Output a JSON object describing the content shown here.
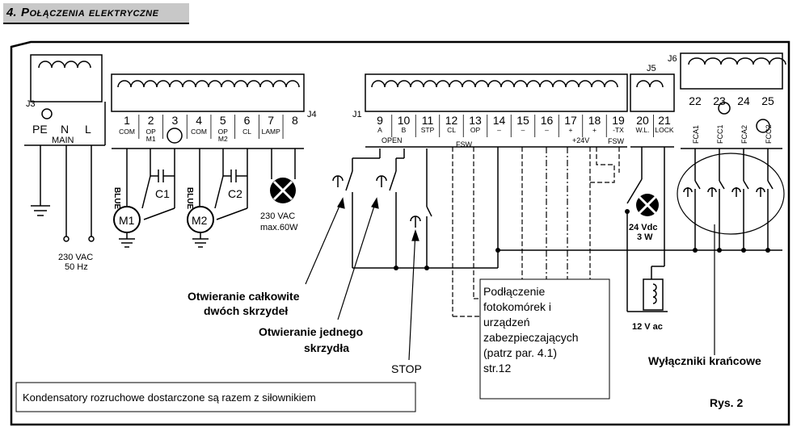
{
  "header": {
    "number": "4.",
    "title": "Połączenia elektryczne"
  },
  "connectors": {
    "j1": "J1",
    "j3": "J3",
    "j4": "J4",
    "j5": "J5",
    "j6": "J6"
  },
  "main": {
    "pe": "PE",
    "n": "N",
    "l": "L",
    "main": "MAIN"
  },
  "j4_terminals": [
    {
      "num": "1",
      "label": "COM"
    },
    {
      "num": "2",
      "label": "OP M1"
    },
    {
      "num": "3",
      "label": ""
    },
    {
      "num": "4",
      "label": "COM"
    },
    {
      "num": "5",
      "label": "OP M2"
    },
    {
      "num": "6",
      "label": "CL"
    },
    {
      "num": "7",
      "label": "LAMP"
    },
    {
      "num": "8",
      "label": ""
    }
  ],
  "j1_terminals": [
    {
      "num": "9",
      "label": "A"
    },
    {
      "num": "10",
      "label": "B"
    },
    {
      "num": "11",
      "label": "STP"
    },
    {
      "num": "12",
      "label": "CL"
    },
    {
      "num": "13",
      "label": "OP"
    },
    {
      "num": "14",
      "label": "–"
    },
    {
      "num": "15",
      "label": "–"
    },
    {
      "num": "16",
      "label": "–"
    },
    {
      "num": "17",
      "label": "+"
    },
    {
      "num": "18",
      "label": "+"
    },
    {
      "num": "19",
      "label": "-TX"
    }
  ],
  "j1_group_labels": {
    "open": "OPEN",
    "fsw": "FSW",
    "plus24": "+24V",
    "fsw2": "FSW"
  },
  "j5_terminals": [
    {
      "num": "20",
      "label": "W.L."
    },
    {
      "num": "21",
      "label": "LOCK"
    }
  ],
  "j6_terminals": [
    {
      "num": "22",
      "label": "FCA1"
    },
    {
      "num": "23",
      "label": "FCC1"
    },
    {
      "num": "24",
      "label": "FCA2"
    },
    {
      "num": "25",
      "label": "FCC2"
    }
  ],
  "components": {
    "motor1": "M1",
    "motor2": "M2",
    "cap1": "C1",
    "cap2": "C2",
    "blue": "BLUE",
    "lamp_line1": "230 VAC",
    "lamp_line2": "max.60W",
    "supply_line1": "230 VAC",
    "supply_line2": "50 Hz",
    "warning_line1": "24 Vdc",
    "warning_line2": "3 W",
    "lock_voltage": "12 V ac"
  },
  "annotations": {
    "full_open_line1": "Otwieranie całkowite",
    "full_open_line2": "dwóch skrzydeł",
    "single_open_line1": "Otwieranie jednego",
    "single_open_line2": "skrzydła",
    "stop": "STOP",
    "photocells": [
      "Podłączenie",
      "fotokomórek i",
      "urządzeń",
      "zabezpieczających",
      "(patrz par. 4.1)",
      "str.12"
    ],
    "limit_switches": "Wyłączniki krańcowe",
    "capacitors_note": "Kondensatory rozruchowe dostarczone są razem z siłownikiem",
    "figure": "Rys. 2"
  }
}
